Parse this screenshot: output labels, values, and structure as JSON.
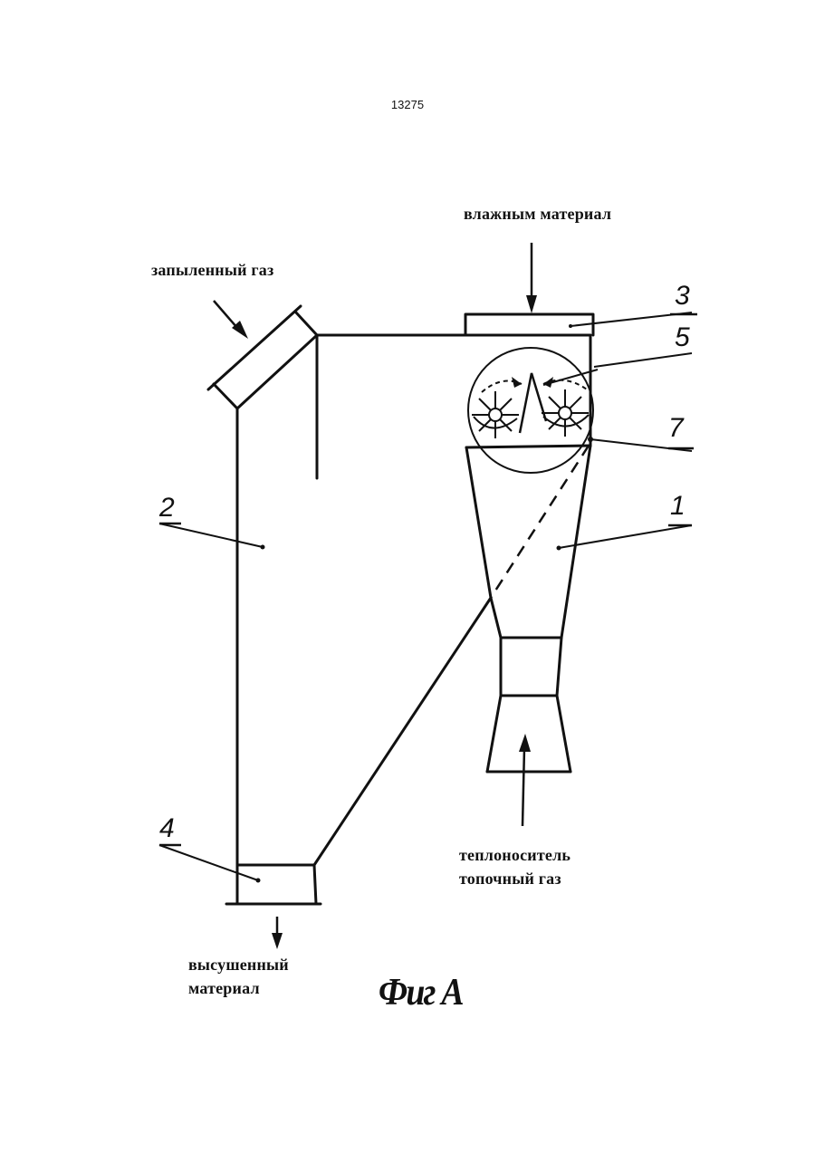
{
  "page": {
    "number": "13275"
  },
  "labels": {
    "wet_material": "влажным материал",
    "dusty_gas": "запыленный газ",
    "heat_carrier_line1": "теплоноситель",
    "heat_carrier_line2": "топочный газ",
    "dried_line1": "высушенный",
    "dried_line2": "материал"
  },
  "part_numbers": {
    "p1": "1",
    "p2": "2",
    "p3": "3",
    "p4": "4",
    "p5": "5",
    "p7": "7"
  },
  "figure": {
    "caption": "Фиг А"
  }
}
